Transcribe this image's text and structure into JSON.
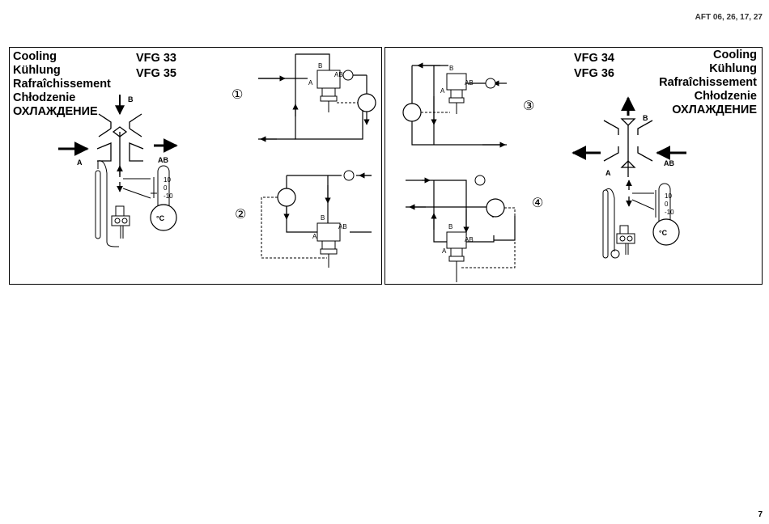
{
  "header": {
    "doc_code": "AFT 06, 26, 17, 27"
  },
  "footer": {
    "page_number": "7"
  },
  "left_panel": {
    "titles": [
      "Cooling",
      "Kühlung",
      "Rafraîchissement",
      "Chłodzenie",
      "ОХЛАЖДЕНИЕ"
    ],
    "models": [
      "VFG 33",
      "VFG 35"
    ],
    "port_labels": {
      "a": "A",
      "b": "B",
      "ab": "AB"
    },
    "thermostat_label": "°C",
    "scale_ticks": [
      "10",
      "0",
      "-10"
    ],
    "schemes": [
      {
        "number": "①",
        "labels": {
          "a": "A",
          "b": "B",
          "ab": "AB"
        }
      },
      {
        "number": "②",
        "labels": {
          "a": "A",
          "b": "B",
          "ab": "AB"
        }
      }
    ]
  },
  "right_panel": {
    "titles": [
      "Cooling",
      "Kühlung",
      "Rafraîchissement",
      "Chłodzenie",
      "ОХЛАЖДЕНИЕ"
    ],
    "models": [
      "VFG 34",
      "VFG 36"
    ],
    "port_labels": {
      "a": "A",
      "b": "B",
      "ab": "AB"
    },
    "thermostat_label": "°C",
    "scale_ticks": [
      "10",
      "0",
      "-10"
    ],
    "schemes": [
      {
        "number": "③",
        "labels": {
          "a": "A",
          "b": "B",
          "ab": "AB"
        }
      },
      {
        "number": "④",
        "labels": {
          "a": "A",
          "b": "B",
          "ab": "AB"
        }
      }
    ]
  }
}
